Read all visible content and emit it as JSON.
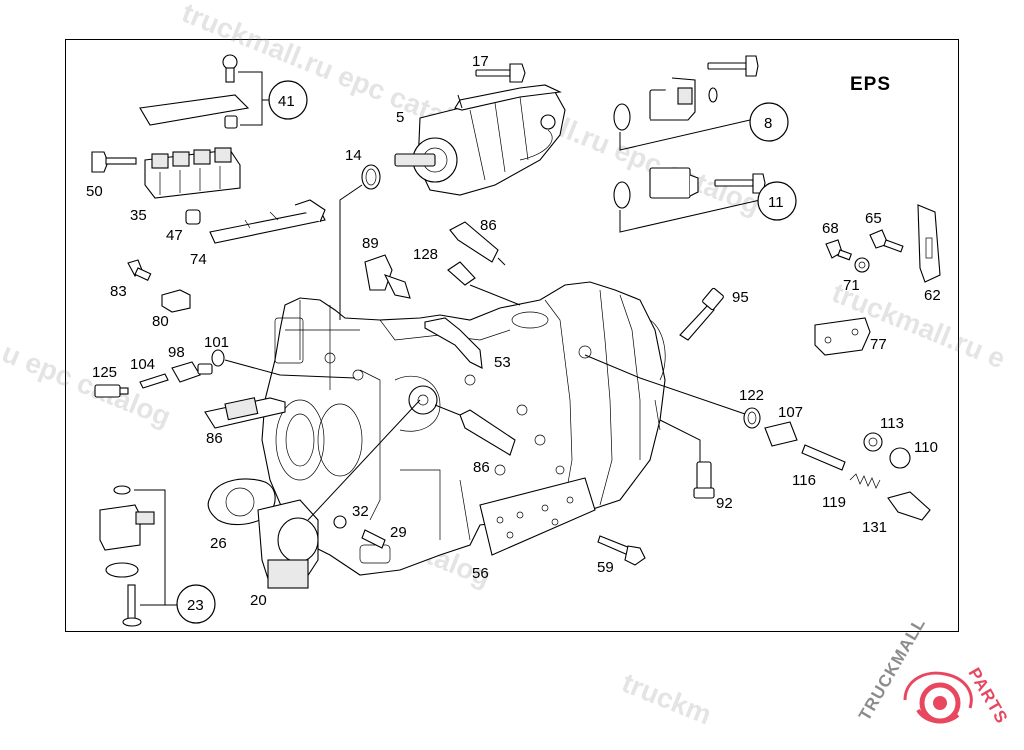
{
  "title": "EPS",
  "callouts": {
    "c5": "5",
    "c8": "8",
    "c11": "11",
    "c14": "14",
    "c17": "17",
    "c20": "20",
    "c23": "23",
    "c26": "26",
    "c29": "29",
    "c32": "32",
    "c35": "35",
    "c41": "41",
    "c47": "47",
    "c50": "50",
    "c53": "53",
    "c56": "56",
    "c59": "59",
    "c62": "62",
    "c65": "65",
    "c68": "68",
    "c71": "71",
    "c74": "74",
    "c77": "77",
    "c80": "80",
    "c83": "83",
    "c86a": "86",
    "c86b": "86",
    "c86c": "86",
    "c89": "89",
    "c92": "92",
    "c95": "95",
    "c98": "98",
    "c101": "101",
    "c104": "104",
    "c107": "107",
    "c110": "110",
    "c113": "113",
    "c116": "116",
    "c119": "119",
    "c122": "122",
    "c125": "125",
    "c128": "128",
    "c131": "131"
  },
  "watermarks": {
    "w1": "truckmall.ru epc catalog",
    "w2": "u epc catalog",
    "w3": "mall.ru epc catalog",
    "w4": "truckmall.ru e",
    "w5": "u epc catalog",
    "w6": "truckm"
  },
  "logo": {
    "left": "TRUCKMALL",
    "right": "PARTS",
    "color_primary": "#e8475f",
    "color_secondary": "#8c8c8c"
  },
  "colors": {
    "line": "#000000",
    "background": "#ffffff"
  }
}
